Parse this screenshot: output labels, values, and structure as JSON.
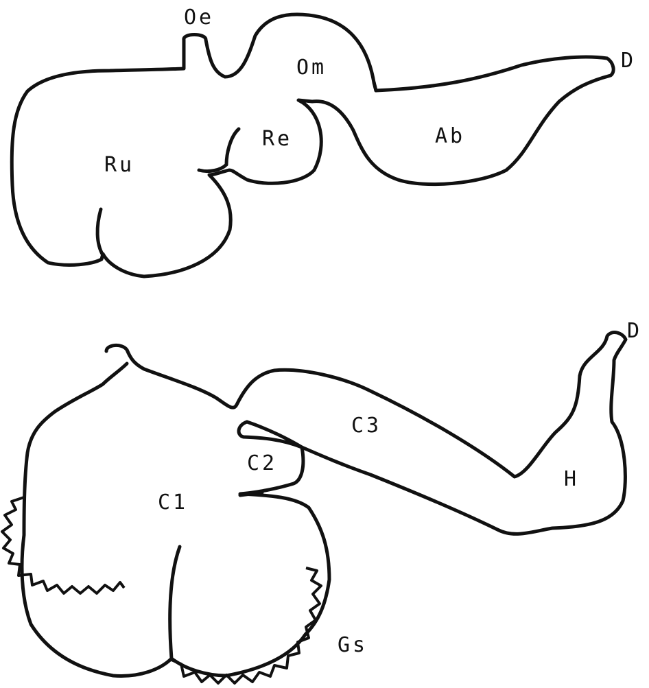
{
  "figure": {
    "top_diagram": {
      "labels": {
        "oe": "Oe",
        "om": "Om",
        "d": "D",
        "ru": "Ru",
        "re": "Re",
        "ab": "Ab"
      }
    },
    "bottom_diagram": {
      "labels": {
        "d": "D",
        "c3": "C3",
        "c2": "C2",
        "c1": "C1",
        "h": "H",
        "gs": "Gs"
      }
    },
    "colors": {
      "ink": "#111111",
      "background": "#ffffff"
    }
  }
}
